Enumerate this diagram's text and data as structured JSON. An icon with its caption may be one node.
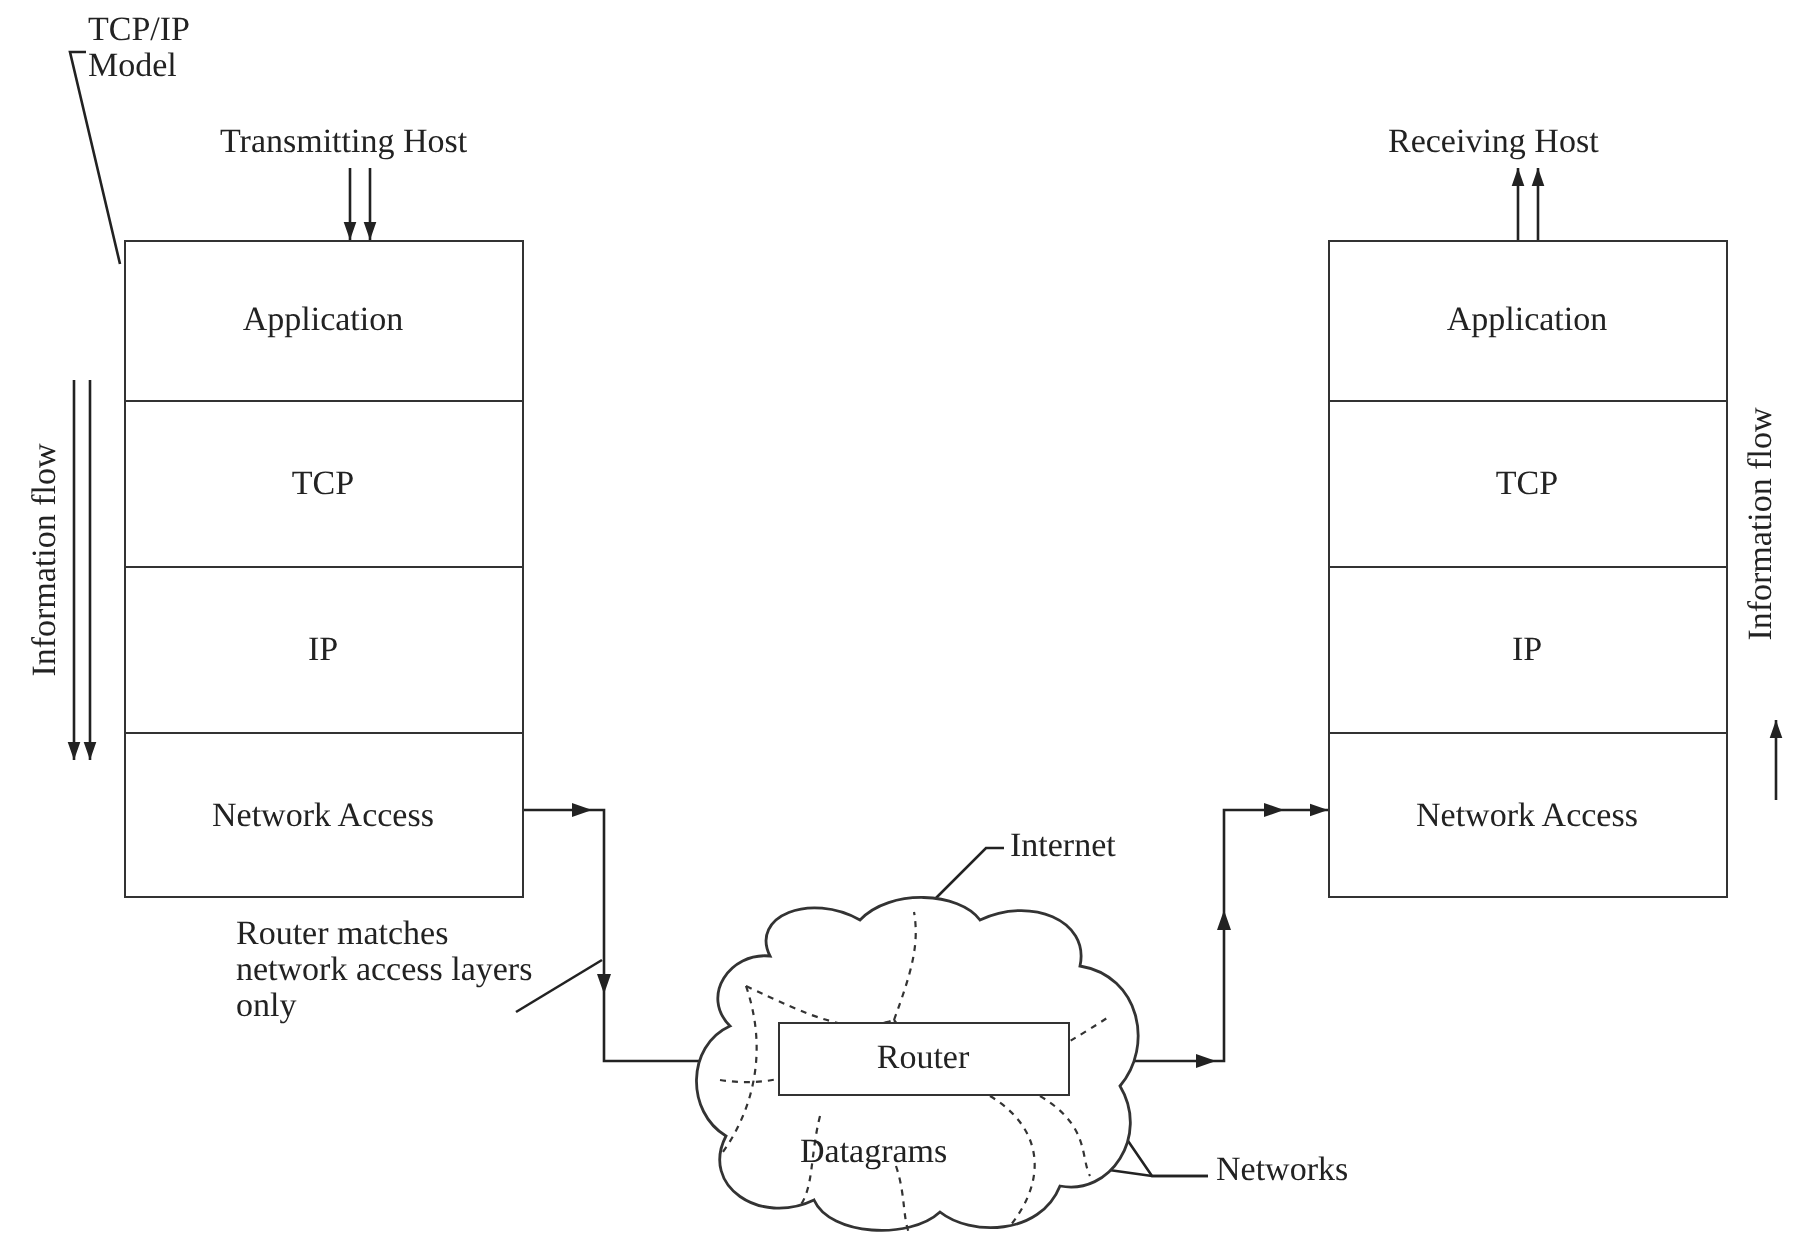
{
  "diagram": {
    "nodes": [
      {
        "text": [
          "TCP/IP Model"
        ]
      },
      {
        "text": [
          "Transmitting Host"
        ]
      },
      {
        "text": [],
        "shape": "box"
      },
      {
        "text": [
          "Application"
        ],
        "in": 2
      },
      {
        "text": [
          "TCP"
        ],
        "in": 2
      },
      {
        "text": [
          "IP"
        ],
        "in": 2
      },
      {
        "text": [
          "Network Access"
        ],
        "in": 2
      },
      {
        "text": [
          "Receiving Host"
        ]
      },
      {
        "text": [],
        "shape": "box"
      },
      {
        "text": [
          "Application"
        ],
        "in": 8
      },
      {
        "text": [
          "TCP"
        ],
        "in": 8
      },
      {
        "text": [
          "IP"
        ],
        "in": 8
      },
      {
        "text": [
          "Network Access"
        ],
        "in": 8
      },
      {
        "text": [
          "Internet"
        ]
      },
      {
        "text": [],
        "shape": "cloud"
      },
      {
        "text": [
          "Router"
        ],
        "in": 14
      },
      {
        "text": [
          "Router matches network access layers only"
        ]
      },
      {
        "text": [
          "Networks"
        ]
      }
    ],
    "edges": [
      {
        "from": 0,
        "to": 2,
        "arrow": "none"
      },
      {
        "from": 1,
        "to": 3,
        "arrow": "to"
      },
      {
        "from": 1,
        "to": 3,
        "arrow": "to"
      },
      {
        "from": 9,
        "to": 7,
        "arrow": "to"
      },
      {
        "from": 9,
        "to": 7,
        "arrow": "to"
      },
      {
        "from": 6,
        "to": 15,
        "arrow": "to"
      },
      {
        "from": 15,
        "to": 12,
        "arrow": "to"
      },
      {
        "from": 13,
        "to": 14,
        "arrow": "none"
      },
      {
        "from": 16,
        "to": null,
        "arrow": "none"
      },
      {
        "from": 17,
        "to": 14,
        "arrow": "none"
      },
      {
        "from": 17,
        "to": 14,
        "arrow": "none"
      }
    ],
    "labels": [
      "Information flow",
      "Information flow",
      "Datagrams"
    ]
  }
}
